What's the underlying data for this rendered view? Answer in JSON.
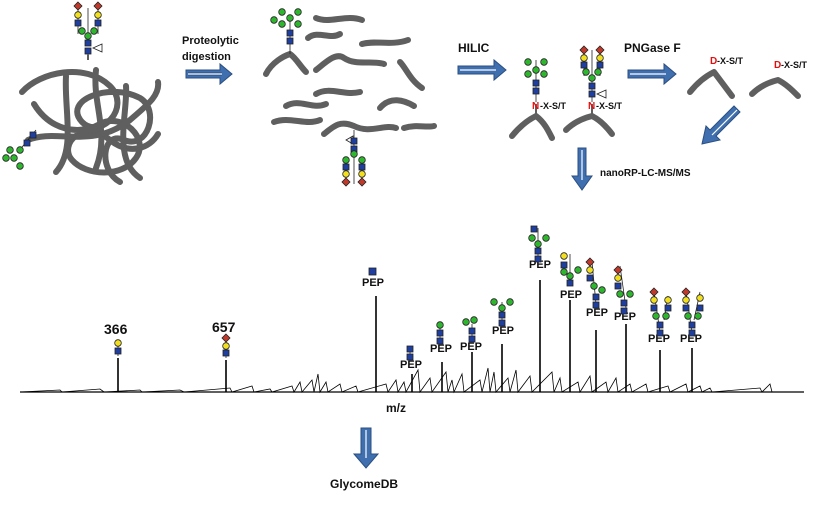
{
  "steps": {
    "digestion_line1": "Proteolytic",
    "digestion_line2": "digestion",
    "hilic": "HILIC",
    "pngase": "PNGase F",
    "nanolc": "nanoRP-LC-MS/MS",
    "glycomedb": "GlycomeDB"
  },
  "motifs": {
    "nxst": "-X-S/T",
    "n_letter": "N",
    "d_letter": "D"
  },
  "spectrum": {
    "xlabel": "m/z",
    "peak_labels": [
      "366",
      "657"
    ],
    "pep": "PEP"
  },
  "colors": {
    "protein": "#5f5f5f",
    "arrow_fill": "#3f6fae",
    "arrow_stroke": "#2b4f82",
    "glcnac": "#1f3fa0",
    "mannose": "#2fb62f",
    "galactose": "#f2e020",
    "sialic": "#c0392b",
    "asn_red": "#e01010"
  },
  "icons": [
    "double-arrow-icon",
    "glycan-icon",
    "protein-chain-icon"
  ]
}
